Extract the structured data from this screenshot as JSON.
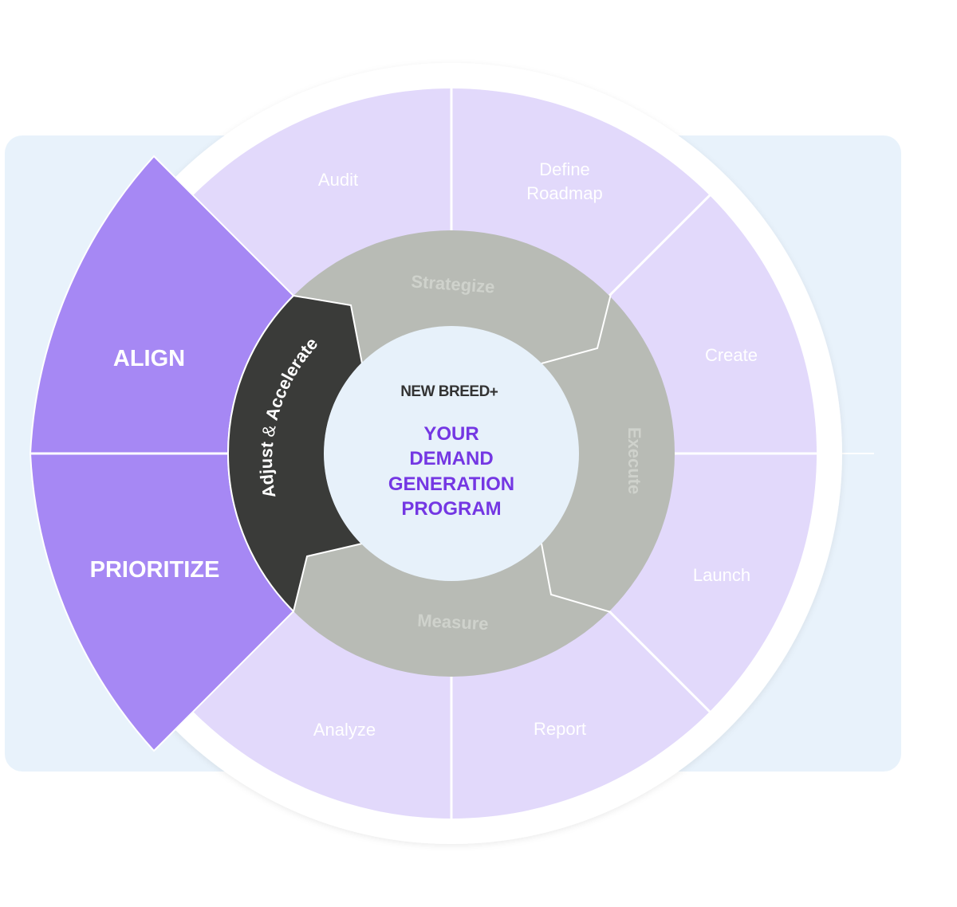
{
  "colors": {
    "backdrop": "#e8f2fb",
    "outer_ring_border": "#ffffff",
    "segment_fill": "#e2d9fb",
    "wing_fill": "#a688f4",
    "phase_ring_fill": "#b8bbb5",
    "adjust_fill": "#3a3b39",
    "center_fill": "#e7f1fa",
    "title_color": "#7437e3",
    "logo_color": "#333333",
    "phase_text_color": "#cfd2cc"
  },
  "logo": {
    "name": "NEW BREED",
    "mark": "+"
  },
  "center": {
    "title_lines": [
      "YOUR",
      "DEMAND",
      "GENERATION",
      "PROGRAM"
    ]
  },
  "segments": [
    {
      "id": "audit",
      "label_lines": [
        "Audit"
      ]
    },
    {
      "id": "define-roadmap",
      "label_lines": [
        "Define",
        "Roadmap"
      ]
    },
    {
      "id": "create",
      "label_lines": [
        "Create"
      ]
    },
    {
      "id": "launch",
      "label_lines": [
        "Launch"
      ]
    },
    {
      "id": "report",
      "label_lines": [
        "Report"
      ]
    },
    {
      "id": "analyze",
      "label_lines": [
        "Analyze"
      ]
    }
  ],
  "wings": [
    {
      "id": "align",
      "label": "ALIGN"
    },
    {
      "id": "prioritize",
      "label": "PRIORITIZE"
    }
  ],
  "phases": [
    {
      "id": "strategize",
      "label": "Strategize"
    },
    {
      "id": "execute",
      "label": "Execute"
    },
    {
      "id": "measure",
      "label": "Measure"
    }
  ],
  "adjust": {
    "word1": "Adjust",
    "amp": "&",
    "word2": "Accelerate"
  }
}
